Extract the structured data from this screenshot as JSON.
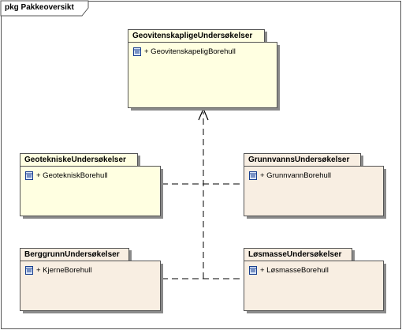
{
  "frame": {
    "label": "pkg Pakkeoversikt"
  },
  "packages": {
    "geoviten": {
      "name": "GeovitenskapligeUndersøkelser",
      "member": "+ GeovitenskapeligBorehull",
      "color": "#ffffe1"
    },
    "geotekn": {
      "name": "GeotekniskeUndersøkelser",
      "member": "+ GeotekniskBorehull",
      "color": "#ffffe1"
    },
    "grunnvann": {
      "name": "GrunnvannsUndersøkelser",
      "member": "+ GrunnvannBorehull",
      "color": "#f8eee2"
    },
    "berg": {
      "name": "BerggrunnUndersøkelser",
      "member": "+ KjerneBorehull",
      "color": "#f8eee2"
    },
    "losmasse": {
      "name": "LøsmasseUndersøkelser",
      "member": "+ LøsmasseBorehull",
      "color": "#f8eee2"
    }
  },
  "icons": {
    "member_icon": "class-icon"
  }
}
